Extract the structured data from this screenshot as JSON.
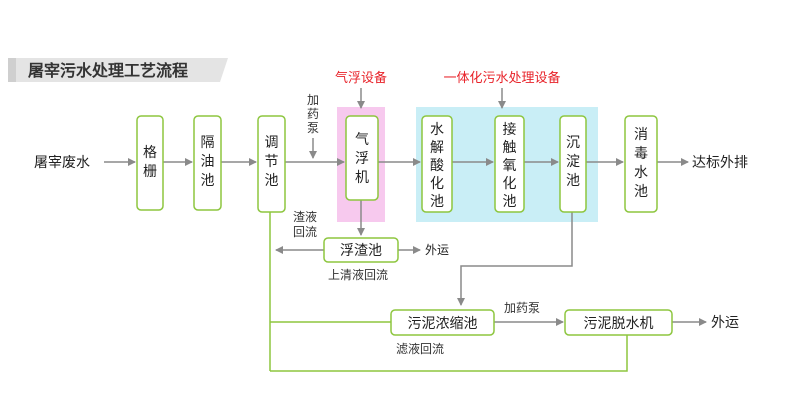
{
  "title": "屠宰污水处理工艺流程",
  "group_labels": {
    "air_flotation": "气浮设备",
    "integrated": "一体化污水处理设备"
  },
  "terminals": {
    "inlet": "屠宰废水",
    "discharge": "达标外排",
    "scum_out": "外运",
    "sludge_out": "外运"
  },
  "units": {
    "grille": [
      "格",
      "栅"
    ],
    "oil_separator": [
      "隔",
      "油",
      "池"
    ],
    "regulating": [
      "调",
      "节",
      "池"
    ],
    "air_flotation": [
      "气",
      "浮",
      "机"
    ],
    "hydrolysis": [
      "水",
      "解",
      "酸",
      "化",
      "池"
    ],
    "contact_oxidation": [
      "接",
      "触",
      "氧",
      "化",
      "池"
    ],
    "sedimentation": [
      "沉",
      "淀",
      "池"
    ],
    "disinfection": [
      "消",
      "毒",
      "水",
      "池"
    ],
    "scum_tank": "浮渣池",
    "sludge_thickener": "污泥浓缩池",
    "sludge_dewatering": "污泥脱水机"
  },
  "flow_labels": {
    "dosing_pump_1": [
      "加",
      "药",
      "泵"
    ],
    "scum_return": [
      "渣液",
      "回流"
    ],
    "supernatant_return": "上清液回流",
    "dosing_pump_2": "加药泵",
    "filtrate_return": "滤液回流"
  },
  "colors": {
    "box_border": "#8dc63f",
    "line": "#8dc63f",
    "arrow": "#8a8a8a",
    "air_flotation_bg": "#f7c9ee",
    "integrated_bg": "#c9eef6",
    "group_label": "#e8232a",
    "title_bar": "#e4e4e4"
  }
}
